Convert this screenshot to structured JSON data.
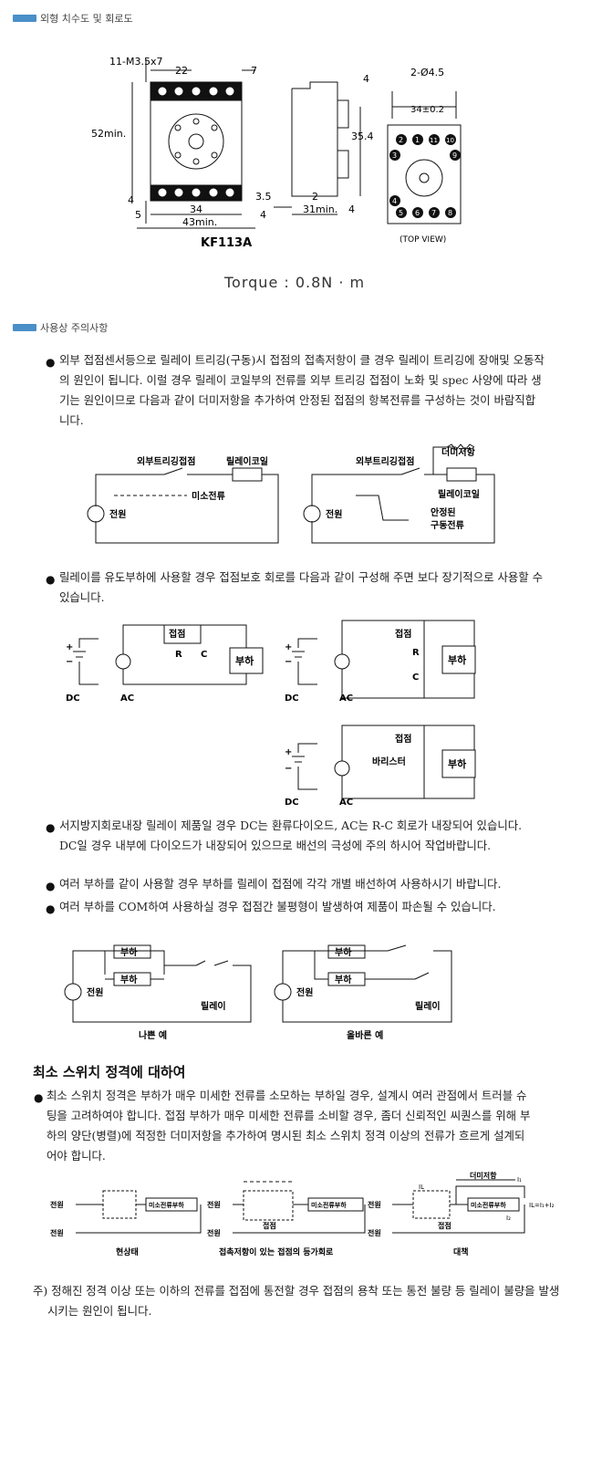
{
  "sections": {
    "dimensions": {
      "title": "외형 치수도 및 회로도"
    },
    "cautions": {
      "title": "사용상 주의사항"
    }
  },
  "dimension_drawing": {
    "labels": {
      "screw": "11-M3.5x7",
      "w22": "22",
      "w7": "7",
      "h52": "52min.",
      "h4a": "4",
      "h5": "5",
      "w34": "34",
      "w43": "43min.",
      "w4b": "4",
      "side4": "4",
      "side35": "35.4",
      "side35b": "3.5",
      "side2": "2",
      "side31": "31min.",
      "side4b": "4",
      "holes": "2-Ø4.5",
      "pitch": "34±0.2",
      "model": "KF113A",
      "topview": "(TOP VIEW)"
    },
    "pins_top": [
      "2",
      "1",
      "11",
      "10"
    ],
    "pins_left": [
      "3",
      "4"
    ],
    "pins_right": [
      "9"
    ],
    "pins_bottom": [
      "5",
      "6",
      "7",
      "8"
    ]
  },
  "torque": "Torque : 0.8N · m",
  "bullets": {
    "b1": [
      "외부 접점센서등으로 릴레이 트리깅(구동)시 접점의 접촉저항이 클 경우 릴레이 트리깅에 장애및 오동작",
      "의 원인이 됩니다. 이럴 경우 릴레이 코일부의 전류를 외부 트리깅 접점이 노화 및 spec 사양에 따라 생",
      "기는 원인이므로 다음과 같이 더미저항을 추가하여 안정된 접점의 항복전류를 구성하는 것이 바람직합",
      "니다."
    ],
    "b2": [
      "릴레이를 유도부하에 사용할 경우 접점보호 회로를 다음과 같이 구성해 주면 보다 장기적으로 사용할 수",
      "있습니다."
    ],
    "b3": [
      "서지방지회로내장 릴레이 제품일 경우 DC는 환류다이오드, AC는 R-C 회로가 내장되어 있습니다.",
      "DC일 경우 내부에 다이오드가 내장되어 있으므로 배선의 극성에 주의 하시어 작업바랍니다."
    ],
    "b4": [
      "여러 부하를 같이 사용할 경우 부하를 릴레이 접점에 각각 개별 배선하여 사용하시기 바랍니다."
    ],
    "b5": [
      "여러 부하를 COM하여 사용하실 경우 접점간 불평형이 발생하여 제품이 파손될 수 있습니다."
    ],
    "b6": [
      "최소 스위치 정격은 부하가 매우 미세한 전류를 소모하는 부하일 경우, 설계시 여러 관점에서 트러블 슈",
      "팅을 고려하여야 합니다. 접점 부하가 매우 미세한 전류를 소비할 경우, 좀더 신뢰적인 씨퀀스를 위해 부",
      "하의 양단(병렬)에 적정한 더미저항을 추가하여 명시된 최소 스위치 정격 이상의 전류가 흐르게 설계되",
      "어야 합니다."
    ]
  },
  "bullet_symbol": "●",
  "circuit1": {
    "left": {
      "contact": "외부트리깅접점",
      "coil": "릴레이코일",
      "source": "전원",
      "current": "미소전류"
    },
    "right": {
      "dummy": "더미저항",
      "contact": "외부트리깅접점",
      "coil": "릴레이코일",
      "source": "전원",
      "stable1": "안정된",
      "stable2": "구동전류"
    }
  },
  "circuit2": {
    "a": {
      "contact": "접점",
      "r": "R",
      "c": "C",
      "load": "부하",
      "dc": "DC",
      "ac": "AC",
      "plus": "+",
      "minus": "−"
    },
    "b": {
      "contact": "접점",
      "r": "R",
      "c": "C",
      "load": "부하",
      "dc": "DC",
      "ac": "AC",
      "plus": "+",
      "minus": "−"
    },
    "c": {
      "contact": "접점",
      "varistor": "바리스터",
      "load": "부하",
      "dc": "DC",
      "ac": "AC",
      "plus": "+",
      "minus": "−"
    }
  },
  "circuit3": {
    "bad": {
      "load1": "부하",
      "load2": "부하",
      "source": "전원",
      "relay": "릴레이",
      "caption": "나쁜 예"
    },
    "good": {
      "load1": "부하",
      "load2": "부하",
      "source": "전원",
      "relay": "릴레이",
      "caption": "올바른 예"
    }
  },
  "min_switch_heading": "최소 스위치 정격에 대하여",
  "circuit4": {
    "a": {
      "src1": "전원",
      "src2": "전원",
      "load": "미소전류부하",
      "caption": "현상태"
    },
    "b": {
      "src1": "전원",
      "src2": "전원",
      "load": "미소전류부하",
      "contact": "접점",
      "caption": "접촉저항이 있는 접점의 등가회로"
    },
    "c": {
      "src1": "전원",
      "src2": "전원",
      "load": "미소전류부하",
      "contact": "접점",
      "dummy": "더미저항",
      "i1": "I₁",
      "i2": "I₂",
      "il": "IL",
      "eq": "IL=I₁+I₂",
      "caption": "대책"
    }
  },
  "note": [
    "주) 정해진 정격 이상 또는 이하의 전류를 접점에 통전할 경우 접점의 용착 또는 통전 불량 등 릴레이 불량을 발생",
    "시키는 원인이 됩니다."
  ]
}
